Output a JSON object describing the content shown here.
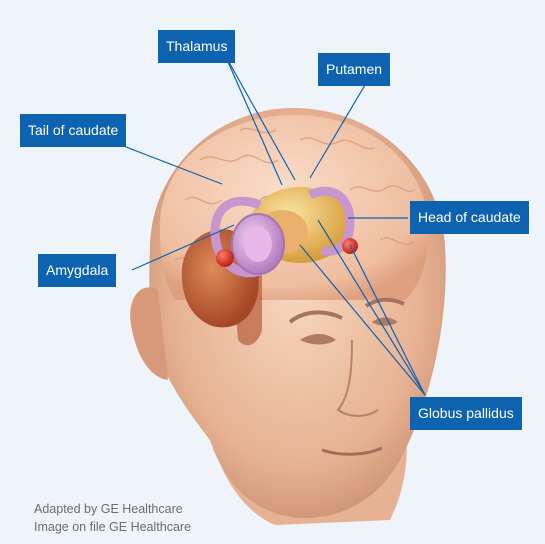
{
  "labels": {
    "thalamus": "Thalamus",
    "putamen": "Putamen",
    "tail_of_caudate": "Tail of caudate",
    "head_of_caudate": "Head of caudate",
    "amygdala": "Amygdala",
    "globus_pallidus": "Globus pallidus"
  },
  "credits": {
    "line1": "Adapted by GE Healthcare",
    "line2": "Image on file GE Healthcare"
  },
  "colors": {
    "label_bg": "#0e63b0",
    "leader_line": "#0e63b0",
    "background": "#eef4f9"
  }
}
